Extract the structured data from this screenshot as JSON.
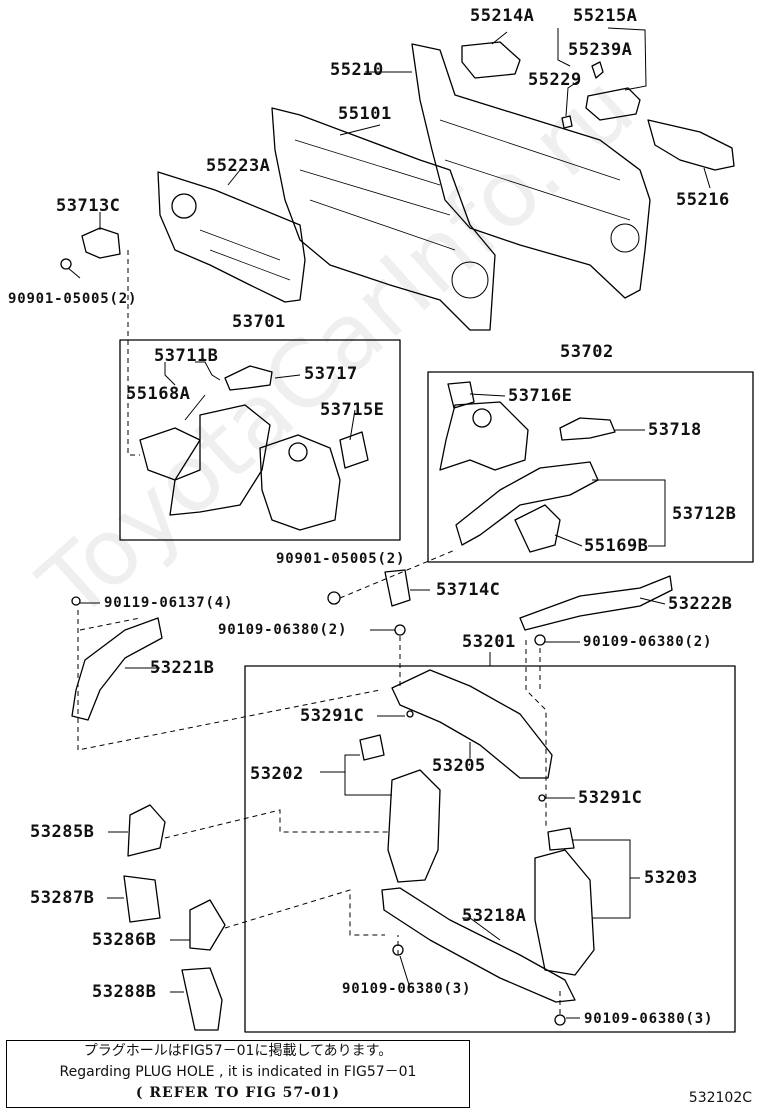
{
  "watermark": "ToyotaCarInfo.ru",
  "labels": {
    "p55214A": "55214A",
    "p55215A": "55215A",
    "p55239A": "55239A",
    "p55229": "55229",
    "p55210": "55210",
    "p55101": "55101",
    "p55216": "55216",
    "p55223A": "55223A",
    "p53713C": "53713C",
    "b90901_top": "90901-05005(2)",
    "p53701": "53701",
    "p53711B": "53711B",
    "p55168A": "55168A",
    "p53717": "53717",
    "p53715E": "53715E",
    "p53702": "53702",
    "p53716E": "53716E",
    "p53718": "53718",
    "p53712B": "53712B",
    "p55169B": "55169B",
    "b90901_mid": "90901-05005(2)",
    "p53714C": "53714C",
    "b90119": "90119-06137(4)",
    "p53222B": "53222B",
    "b90109_a": "90109-06380(2)",
    "p53201": "53201",
    "b90109_b": "90109-06380(2)",
    "p53221B": "53221B",
    "p53291C_a": "53291C",
    "p53202": "53202",
    "p53205": "53205",
    "p53291C_b": "53291C",
    "p53285B": "53285B",
    "p53203": "53203",
    "p53287B": "53287B",
    "p53218A": "53218A",
    "p53286B": "53286B",
    "b90109_c": "90109-06380(3)",
    "p53288B": "53288B",
    "b90109_d": "90109-06380(3)"
  },
  "note": {
    "line_ja": "プラグホールはFIG57－01に掲載してあります。",
    "line_en": "Regarding PLUG HOLE , it is indicated in FIG57－01",
    "line_ref": "(  REFER TO FIG 57-01)"
  },
  "diagram_id": "532102C"
}
